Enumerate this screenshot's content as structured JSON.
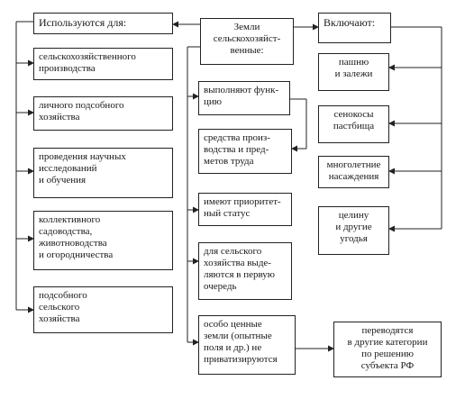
{
  "diagram": {
    "center": "Земли\nсельскохозяйст-\nвенные:",
    "left_header": "Используются для:",
    "left_items": [
      "сельскохозяйственного\nпроизводства",
      "личного подсобного\nхозяйства",
      "проведения научных\nисследований\nи обучения",
      "коллективного\nсадоводства,\nживотноводства\nи огородничества",
      "подсобного\nсельского\nхозяйства"
    ],
    "middle_items": [
      "выполняют функ-\nцию",
      "средства произ-\nводства и пред-\nметов труда",
      "имеют приоритет-\nный статус",
      "для сельского\nхозяйства выде-\nляются в первую\nочередь",
      "особо ценные\nземли (опытные\nполя и др.) не\nприватизируются"
    ],
    "right_header": "Включают:",
    "right_items": [
      "пашню\nи залежи",
      "сенокосы\nпастбища",
      "многолетние\nнасаждения",
      "целину\nи другие\nугодья"
    ],
    "bottom_right": "переводятся\nв другие категории\nпо решению\nсубъекта РФ"
  }
}
